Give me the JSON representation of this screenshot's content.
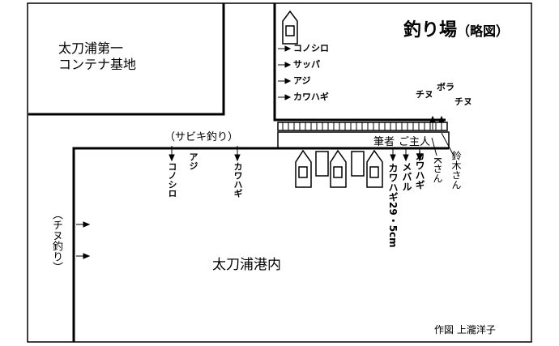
{
  "map": {
    "title": "釣り場",
    "title_note": "（略図）",
    "container_yard": {
      "line1": "太刀浦第一",
      "line2": "コンテナ基地"
    },
    "harbor_label": "太刀浦港内",
    "credit": "作図 上瀧洋子",
    "sabiki_label": "（サビキ釣り）",
    "chinu_side_label": "（チヌ釣り）",
    "upper_quay_fish": [
      "コノシロ",
      "サッパ",
      "アジ",
      "カワハギ"
    ],
    "offshore_fish": [
      "チヌ",
      "ボラ",
      "チヌ"
    ],
    "sabiki_fish": [
      "アジ",
      "コノシロ",
      "カワハギ"
    ],
    "pier_fish": [
      "カワハギ29・5cm",
      "カワハギ",
      "メバル"
    ],
    "people": {
      "writer": "筆者",
      "husband": "ご主人",
      "k": "Kさん",
      "suzuki": "鈴木さん"
    }
  }
}
